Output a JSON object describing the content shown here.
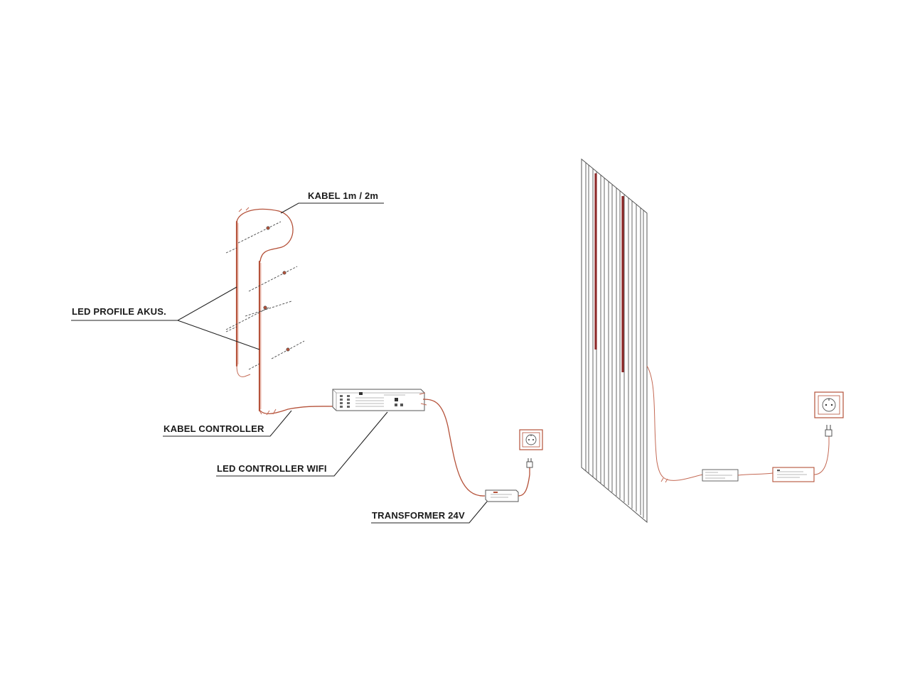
{
  "labels": {
    "cable": "KABEL 1m / 2m",
    "profile": "LED PROFILE AKUS.",
    "cable_controller": "KABEL CONTROLLER",
    "controller_wifi": "LED CONTROLLER WIFI",
    "transformer": "TRANSFORMER 24V"
  },
  "colors": {
    "cable": "#b5523a",
    "led_strip": "#8e2a2a",
    "line": "#222222"
  },
  "icons": {
    "power_socket": "power-socket-icon",
    "power_plug": "power-plug-icon"
  }
}
